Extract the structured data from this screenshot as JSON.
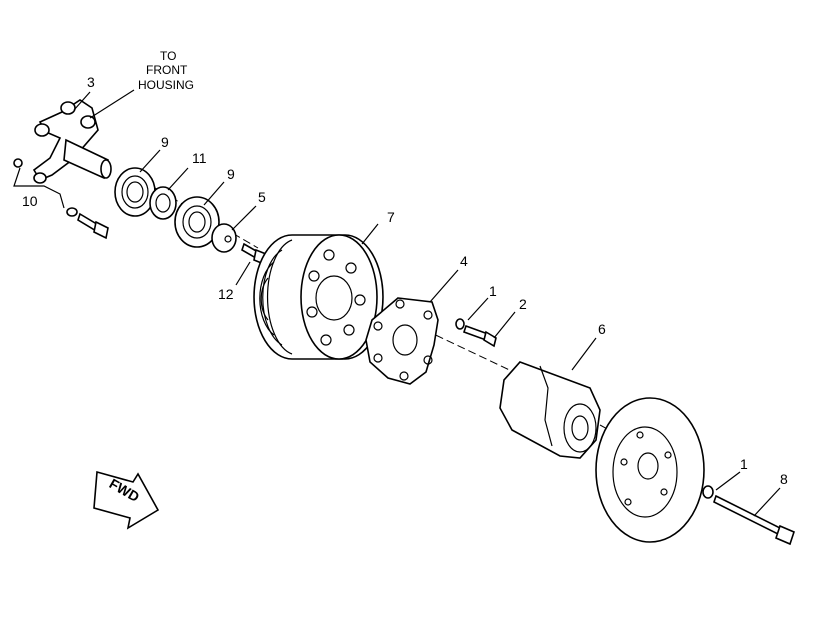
{
  "note": [
    "TO",
    "FRONT",
    "HOUSING"
  ],
  "direction_arrow": "FWD",
  "callouts": {
    "c1a": "1",
    "c1b": "1",
    "c2": "2",
    "c3": "3",
    "c4": "4",
    "c5": "5",
    "c6": "6",
    "c7": "7",
    "c8": "8",
    "c9a": "9",
    "c9b": "9",
    "c10": "10",
    "c11": "11",
    "c12": "12"
  }
}
